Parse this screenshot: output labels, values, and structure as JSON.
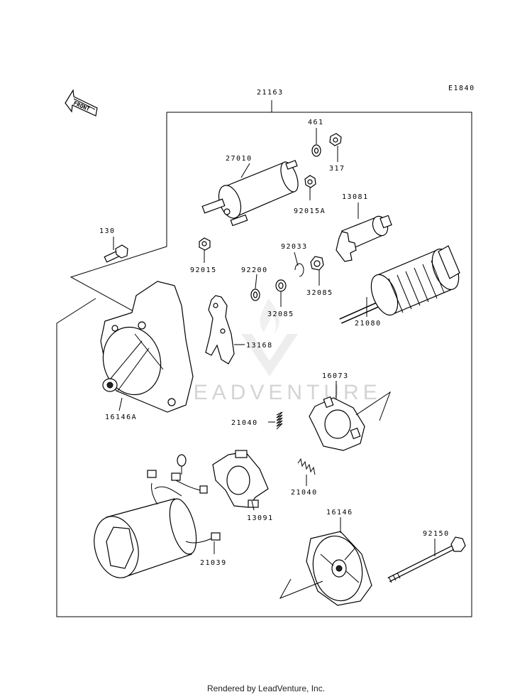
{
  "diagram_code": "E1840",
  "front_label": "FRONT",
  "watermark": "LEADVENTURE",
  "footer": "Rendered by LeadVenture, Inc.",
  "parts": {
    "p21163": "21163",
    "p461": "461",
    "p317": "317",
    "p27010": "27010",
    "p92015A": "92015A",
    "p13081": "13081",
    "p130": "130",
    "p92015": "92015",
    "p92033": "92033",
    "p92200": "92200",
    "p32085a": "32085",
    "p32085b": "32085",
    "p13168": "13168",
    "p21080": "21080",
    "p16146A": "16146A",
    "p16073": "16073",
    "p21040a": "21040",
    "p21040b": "21040",
    "p13091": "13091",
    "p16146": "16146",
    "p92150": "92150",
    "p21039": "21039"
  }
}
